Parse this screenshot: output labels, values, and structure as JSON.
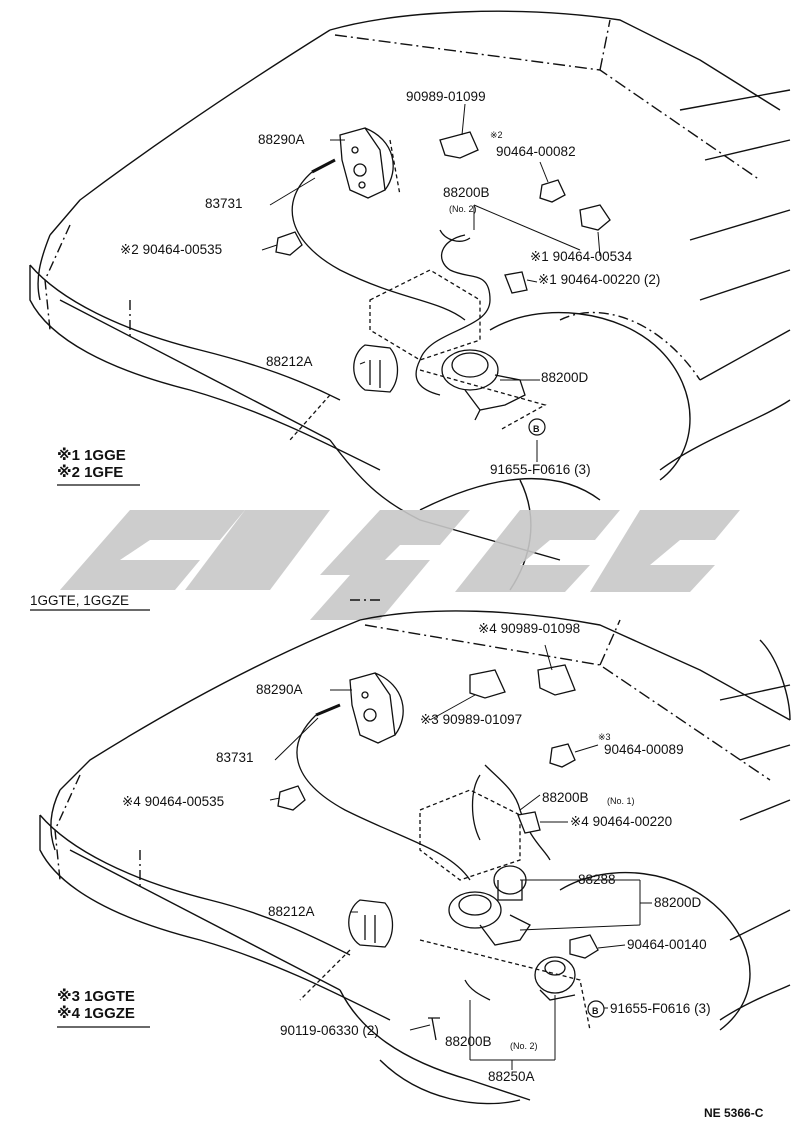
{
  "top": {
    "labels": {
      "p90989_01099": "90989-01099",
      "m2_top": "※2",
      "p90464_00082": "90464-00082",
      "p88290A": "88290A",
      "p88200B": "88200B",
      "no2": "(No. 2)",
      "p83731": "83731",
      "p90464_00534": "※1 90464-00534",
      "p90464_00535": "※2 90464-00535",
      "p90464_00220": "※1 90464-00220 (2)",
      "p88212A": "88212A",
      "p88200D": "88200D",
      "p91655": "91655-F0616 (3)",
      "b_circle": "B"
    },
    "legend": {
      "line1": "※1 1GGE",
      "line2": "※2 1GFE"
    }
  },
  "variant_title": "1GGTE, 1GGZE",
  "bottom": {
    "labels": {
      "p90989_01098": "※4 90989-01098",
      "p88290A": "88290A",
      "p90989_01097": "※3 90989-01097",
      "m3": "※3",
      "p90464_00089": "90464-00089",
      "p83731": "83731",
      "p88200B1": "88200B",
      "no1": "(No. 1)",
      "p90464_00535": "※4 90464-00535",
      "p90464_00220": "※4 90464-00220",
      "p88288": "88288",
      "p88200D": "88200D",
      "p88212A": "88212A",
      "p90464_00140": "90464-00140",
      "p91655": "91655-F0616 (3)",
      "b_circle": "B",
      "p90119": "90119-06330 (2)",
      "p88200B2": "88200B",
      "no2": "(No. 2)",
      "p88250A": "88250A"
    },
    "legend": {
      "line1": "※3 1GGTE",
      "line2": "※4 1GGZE"
    }
  },
  "watermark": "CSDC",
  "drawing_code": "NE 5366-C"
}
